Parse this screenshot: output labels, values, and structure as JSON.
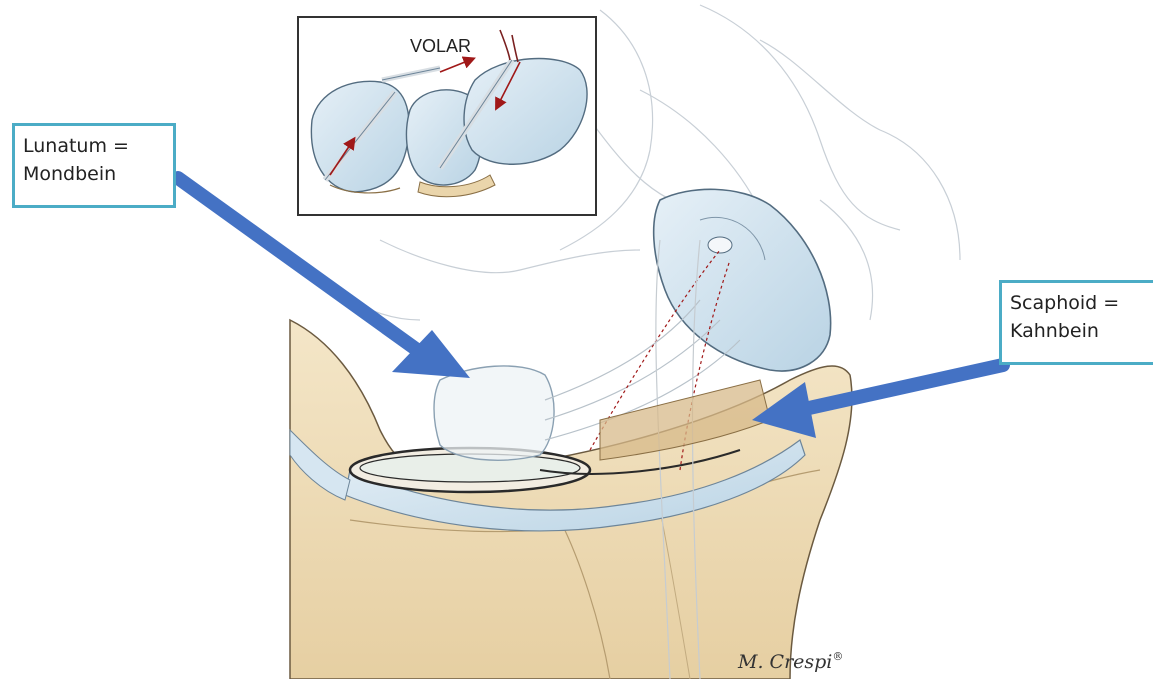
{
  "inset": {
    "label": "VOLAR"
  },
  "callouts": {
    "lunatum": {
      "line1": "Lunatum =",
      "line2": "Mondbein"
    },
    "scaphoid": {
      "line1": "Scaphoid =",
      "line2": "Kahnbein"
    }
  },
  "signature": "M. Crespi",
  "signature_mark": "®",
  "colors": {
    "arrow": "#4472c4",
    "callout_border": "#4bacc6",
    "bone": "#efdcb6",
    "cartilage": "#cfe2ee",
    "ligament_arrow": "#a01818"
  }
}
